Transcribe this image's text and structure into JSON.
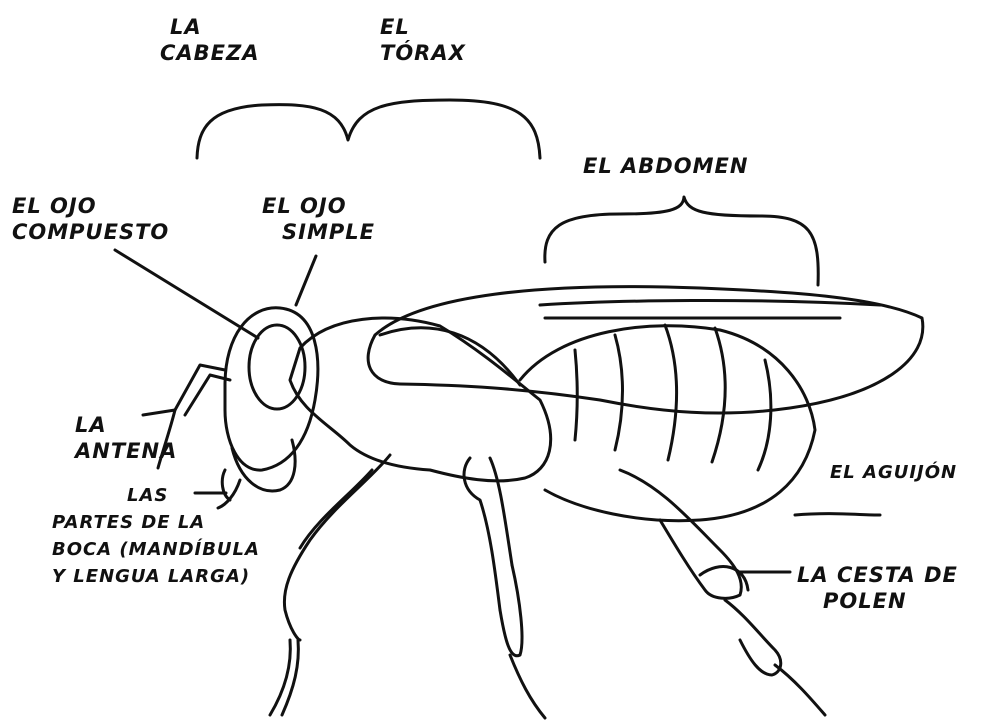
{
  "colors": {
    "ink": "#111111",
    "background": "#ffffff"
  },
  "labels": {
    "head": [
      "LA",
      "CABEZA"
    ],
    "thorax": [
      "EL",
      "TÓRAX"
    ],
    "abdomen": "EL ABDOMEN",
    "compound_eye": [
      "EL OJO",
      "COMPUESTO"
    ],
    "simple_eye": [
      "EL OJO",
      "SIMPLE"
    ],
    "antenna": [
      "LA",
      "ANTENA"
    ],
    "mouthparts": [
      "LAS",
      "PARTES DE LA",
      "BOCA (MANDÍBULA",
      "Y LENGUA LARGA)"
    ],
    "stinger": "EL AGUIJÓN",
    "pollen_basket": [
      "LA CESTA DE",
      "POLEN"
    ]
  }
}
